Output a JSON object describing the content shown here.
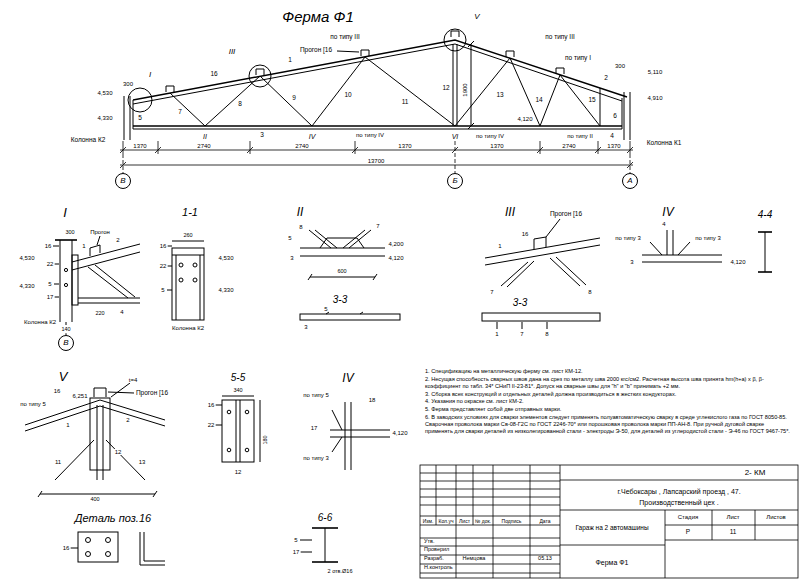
{
  "diagram": {
    "title": "Ферма Ф1",
    "nodes": [
      {
        "text": [
          "В"
        ]
      },
      {
        "text": [
          "Б"
        ]
      },
      {
        "text": [
          "А"
        ]
      },
      {
        "text": [
          "В"
        ]
      }
    ],
    "labels": [
      "V",
      "по типу III",
      "по типу III",
      "Прогон [16",
      "III",
      "16",
      "I",
      "1",
      "2",
      "по типу I",
      "300",
      "4,530",
      "4,330",
      "5,110",
      "4,910",
      "300",
      "7",
      "8",
      "9",
      "10",
      "11",
      "12",
      "1900",
      "13",
      "14",
      "15",
      "6",
      "5",
      "II",
      "3",
      "IV",
      "по типу IV",
      "VI",
      "по типу IV",
      "4,120",
      "по типу II",
      "4",
      "Колонна К2",
      "Колонна К1",
      "1370",
      "2740",
      "2740",
      "1370",
      "1370",
      "2740",
      "1370",
      "13700",
      "I",
      "Прогон",
      "300",
      "1",
      "16",
      "4,530",
      "22",
      "5",
      "17",
      "4,330",
      "2",
      "4",
      "220",
      "Колонна К2",
      "140",
      "1-1",
      "260",
      "16",
      "22",
      "5",
      "4,530",
      "4,330",
      "Колонна К2",
      "II",
      "5",
      "8",
      "7",
      "4,200",
      "4,120",
      "3",
      "600",
      "3-3",
      "5",
      "3",
      "III",
      "Прогон [16",
      "1",
      "7",
      "8",
      "16",
      "3-3",
      "1",
      "7",
      "8",
      "IV",
      "4",
      "по типу 3",
      "по типу 3",
      "4,120",
      "3",
      "4-4",
      "V",
      "t=4",
      "Прогон [16",
      "6,251",
      "16",
      "по типу 5",
      "1",
      "2",
      "12",
      "11",
      "13",
      "400",
      "5-5",
      "340",
      "16",
      "22",
      "12",
      "180",
      "IV",
      "по типу 5",
      "17",
      "по типу 3",
      "4,120",
      "18",
      "Деталь поз.16",
      "16",
      "6-6",
      "5",
      "17",
      "2 отв.Ø16",
      "1. Спецификацию на металлическую ферму см. лист КМ-12.",
      "2. Несущая способность сварных швов дана на срез по металлу шва 2000 кгс/см2. Расчетная высота шва принята hm(h+a) x β, β- коэффициент по табл. 34* СНиП II-23-81*. Допуск на сварные швы для \"h\" и \"b\" принимать +2 мм.",
      "3. Сборка всех конструкций и отдельных деталей должна производиться в жестких кондукторах.",
      "4. Указания по окраске см. лист КМ-2.",
      "5. Ферма представляет собой две отправных марки.",
      "6. В заводских условиях для сварки элементов следует применять полуавтоматическую сварку в среде углекислого газа по ГОСТ 8050-85. Сварочная проволока марки Св-08-Г2С по ГОСТ 2246-70* или порошковая проволока марки ПП-АН-8. При ручной дуговой сварке применять для сварки деталей из низколегированной стали - электроды Э-50, для деталей из углеродистой стали - Э-46 по ГОСТ 9467-75*.",
      "2- КМ",
      "г.Чебоксары , Лапсарский проезд , 47.",
      "Производственный цех .",
      "Изм.",
      "Кол.уч",
      "Лист",
      "№ док.",
      "Подпись",
      "Дата",
      "Гараж на 2 автомашины",
      "Стадия",
      "Лист",
      "Листов",
      "Р",
      "11",
      "Утв.",
      "Проверил",
      "Разраб.",
      "Немцова",
      "05.13",
      "Н.контроль",
      "Ферма Ф1"
    ]
  }
}
